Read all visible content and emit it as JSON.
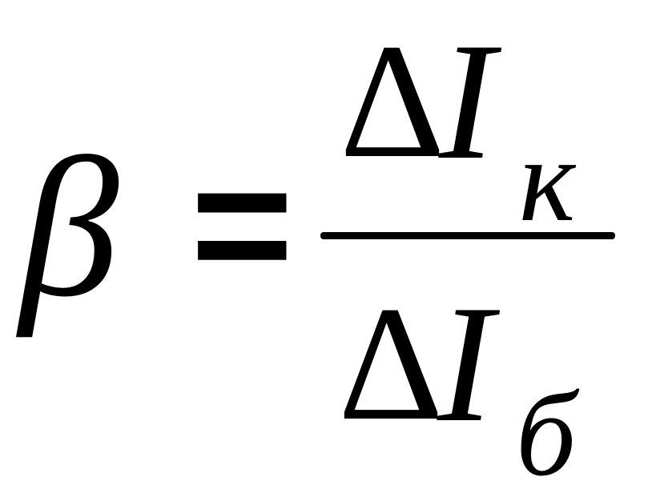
{
  "formula": {
    "lhs": "β",
    "equals": "=",
    "numerator": {
      "delta": "Δ",
      "variable": "I",
      "subscript": "к"
    },
    "denominator": {
      "delta": "Δ",
      "variable": "I",
      "subscript": "б"
    }
  }
}
